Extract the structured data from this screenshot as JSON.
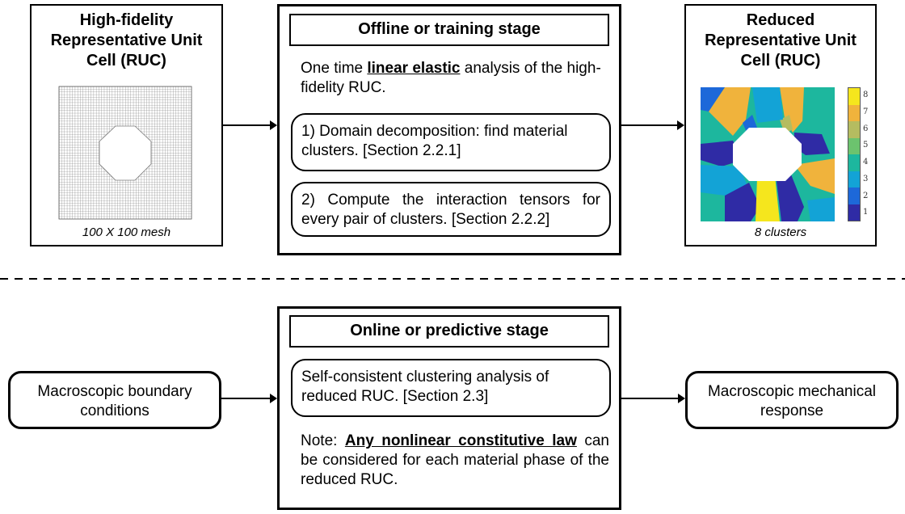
{
  "hf_ruc": {
    "title": "High-fidelity Representative Unit Cell (RUC)",
    "caption": "100 X 100 mesh"
  },
  "offline": {
    "header": "Offline or training stage",
    "intro_pre": "One time ",
    "intro_emph": "linear elastic",
    "intro_post": " analysis of the high-fidelity RUC.",
    "step1": "1) Domain decomposition: find material clusters. [Section 2.2.1]",
    "step2": "2) Compute the interaction tensors for every pair of clusters. [Section 2.2.2]"
  },
  "reduced_ruc": {
    "title": "Reduced Representative Unit Cell (RUC)",
    "caption": "8 clusters",
    "colorbar_ticks": [
      "8",
      "7",
      "6",
      "5",
      "4",
      "3",
      "2",
      "1"
    ],
    "cluster_colors": [
      "#2f2ba5",
      "#1d68d9",
      "#13a3d6",
      "#1db79e",
      "#6cc36e",
      "#b5bc60",
      "#f0b33c",
      "#f5e61d"
    ]
  },
  "online": {
    "header": "Online or predictive stage",
    "analysis": "Self-consistent clustering analysis of reduced RUC. [Section 2.3]",
    "note_pre": "Note: ",
    "note_emph": "Any nonlinear constitutive law",
    "note_post": " can be considered for each material phase of the reduced RUC."
  },
  "macro_input": "Macroscopic boundary conditions",
  "macro_output": "Macroscopic mechanical response"
}
